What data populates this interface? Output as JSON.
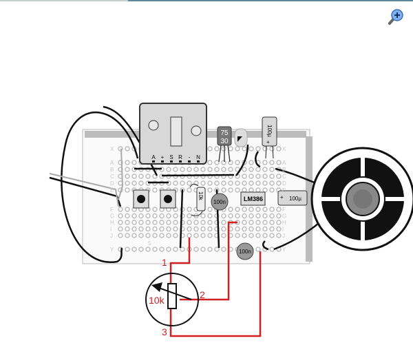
{
  "toolbar": {
    "zoom_icon": "zoom-in-magnifier-icon"
  },
  "breadboard": {
    "row_labels_top": [
      "X"
    ],
    "row_labels_upper": [
      "A",
      "B",
      "C",
      "D",
      "E"
    ],
    "row_labels_lower": [
      "F",
      "G",
      "H",
      "I",
      "J"
    ],
    "row_labels_bottom": [
      "Y"
    ],
    "column_marker": "5"
  },
  "module": {
    "pin_labels": [
      "A",
      "+",
      "S",
      "R",
      "-",
      "N"
    ]
  },
  "components": {
    "transistor_line1": "75",
    "transistor_line2": "30",
    "cap_top": "100µ",
    "cap_top_plus": "+",
    "resistor": "10k",
    "ceramic_cap_1": "100n",
    "ceramic_cap_2": "100n",
    "ic": "LM386",
    "cap_right": "100µ",
    "cap_right_plus": "+"
  },
  "potentiometer": {
    "value": "10k",
    "pin1": "1",
    "pin2": "2",
    "pin3": "3"
  },
  "colors": {
    "wire": "#111111",
    "red_wire": "#d02020",
    "board": "#f2f2f2",
    "hole": "#bdbdbd"
  }
}
